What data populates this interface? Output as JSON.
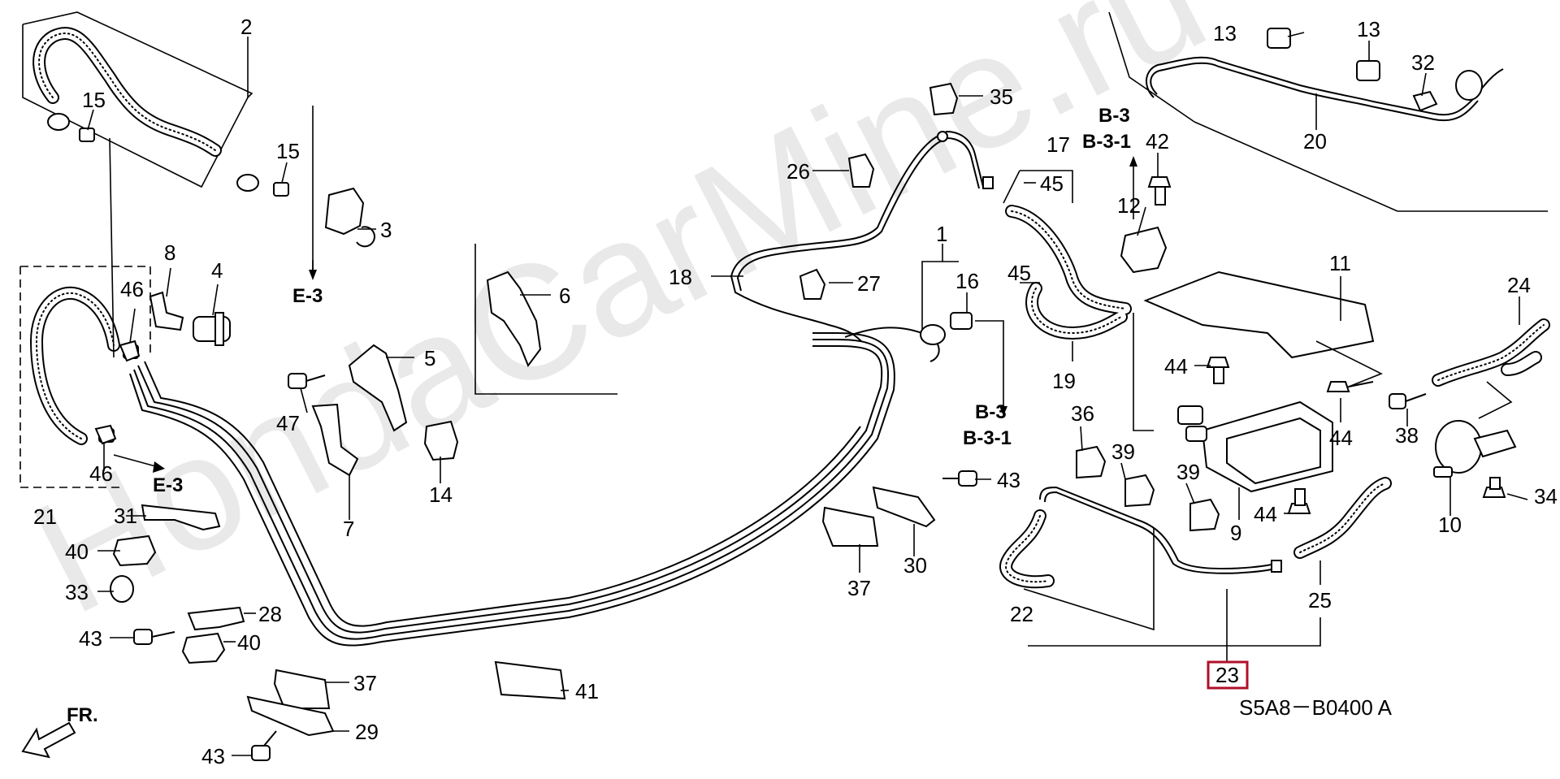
{
  "diagram": {
    "watermark": "HondaCarMine.ru",
    "diagram_code": "S5A8－B0400 A",
    "front_arrow_label": "FR.",
    "highlighted_part": "23",
    "references": {
      "e3_top": "E-3",
      "e3_left": "E-3",
      "b3_top": "B-3",
      "b31_top": "B-3-1",
      "b3_mid": "B-3",
      "b31_mid": "B-3-1"
    },
    "callouts": {
      "c2": "2",
      "c15a": "15",
      "c15b": "15",
      "c3": "3",
      "c8": "8",
      "c4": "4",
      "c46a": "46",
      "c46b": "46",
      "c21": "21",
      "c31": "31",
      "c40a": "40",
      "c33": "33",
      "c28": "28",
      "c43a": "43",
      "c40b": "40",
      "c37a": "37",
      "c29": "29",
      "c43b": "43",
      "c47": "47",
      "c5": "5",
      "c7": "7",
      "c14": "14",
      "c6": "6",
      "c41": "41",
      "c18": "18",
      "c26": "26",
      "c35": "35",
      "c27": "27",
      "c1": "1",
      "c16": "16",
      "c17": "17",
      "c45a": "45",
      "c45b": "45",
      "c42": "42",
      "c12": "12",
      "c19": "19",
      "c36": "36",
      "c39a": "39",
      "c39b": "39",
      "c43c": "43",
      "c37b": "37",
      "c30": "30",
      "c13a": "13",
      "c13b": "13",
      "c32": "32",
      "c20": "20",
      "c11": "11",
      "c24": "24",
      "c44a": "44",
      "c44b": "44",
      "c44c": "44",
      "c38": "38",
      "c9": "9",
      "c10": "10",
      "c34": "34",
      "c22": "22",
      "c23": "23",
      "c25": "25"
    }
  }
}
